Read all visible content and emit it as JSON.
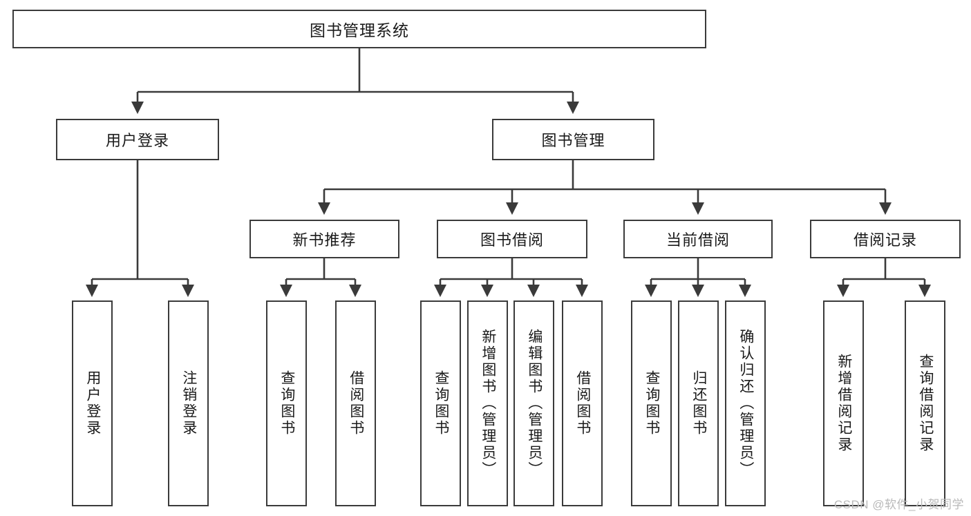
{
  "diagram": {
    "type": "tree-flowchart",
    "title": "图书管理系统",
    "stroke_color": "#3a3a3a",
    "fill_color": "#ffffff",
    "text_color": "#1a1a1a",
    "watermark": "CSDN @软件_小贺同学"
  },
  "nodes": {
    "root": {
      "label": "图书管理系统"
    },
    "level2": [
      {
        "id": "user-login",
        "label": "用户登录"
      },
      {
        "id": "book-management",
        "label": "图书管理"
      }
    ],
    "level3": [
      {
        "id": "new-book-recommend",
        "label": "新书推荐"
      },
      {
        "id": "book-borrow",
        "label": "图书借阅"
      },
      {
        "id": "current-borrow",
        "label": "当前借阅"
      },
      {
        "id": "borrow-record",
        "label": "借阅记录"
      }
    ],
    "leaves": {
      "user_login": [
        {
          "id": "leaf-user-login",
          "label": "用户登录"
        },
        {
          "id": "leaf-logout-login",
          "label": "注销登录"
        }
      ],
      "new_book_recommend": [
        {
          "id": "leaf-query-book-1",
          "label": "查询图书"
        },
        {
          "id": "leaf-borrow-book-1",
          "label": "借阅图书"
        }
      ],
      "book_borrow": [
        {
          "id": "leaf-query-book-2",
          "label": "查询图书"
        },
        {
          "id": "leaf-add-book",
          "label": "新增图书（管理员）"
        },
        {
          "id": "leaf-edit-book",
          "label": "编辑图书（管理员）"
        },
        {
          "id": "leaf-borrow-book-2",
          "label": "借阅图书"
        }
      ],
      "current_borrow": [
        {
          "id": "leaf-query-book-3",
          "label": "查询图书"
        },
        {
          "id": "leaf-return-book",
          "label": "归还图书"
        },
        {
          "id": "leaf-confirm-return",
          "label": "确认归还（管理员）"
        }
      ],
      "borrow_record": [
        {
          "id": "leaf-add-record",
          "label": "新增借阅记录"
        },
        {
          "id": "leaf-query-record",
          "label": "查询借阅记录"
        }
      ]
    }
  }
}
